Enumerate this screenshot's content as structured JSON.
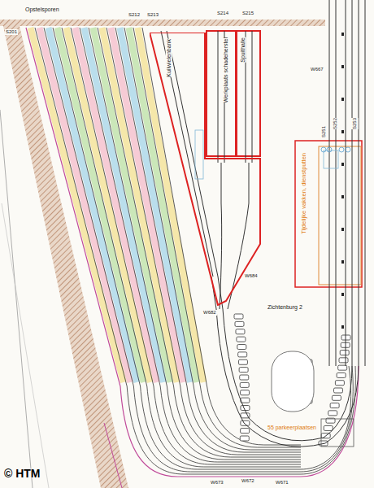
{
  "diagram": {
    "nodes": [
      {
        "text": [
          "Werkplaats schadeherstel"
        ]
      },
      {
        "text": [
          "Spuithalle"
        ]
      },
      {
        "text": [
          "Kuilwielenbank"
        ]
      },
      {
        "text": [
          "Tijdelijke vakken, dienstputten"
        ]
      }
    ],
    "labels": [
      "Opstelsporen",
      "S201",
      "S212",
      "S213",
      "S214",
      "S215",
      "W667",
      "S251",
      "S252",
      "S253",
      "W684",
      "Zichtenburg 2",
      "W682",
      "55 parkeerplaatsen",
      "W673",
      "W672",
      "W671",
      "© HTM"
    ]
  }
}
